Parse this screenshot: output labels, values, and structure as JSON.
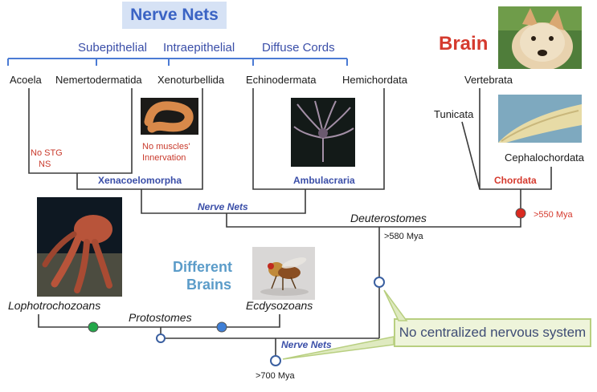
{
  "header": {
    "title": "Nerve Nets",
    "subtitle": "Brain"
  },
  "nerve_net_types": [
    "Subepithelial",
    "Intraepithelial",
    "Diffuse Cords"
  ],
  "taxa": {
    "acoela": "Acoela",
    "nemertodermatida": "Nemertodermatida",
    "xenoturbellida": "Xenoturbellida",
    "echinodermata": "Echinodermata",
    "hemichordata": "Hemichordata",
    "vertebrata": "Vertebrata",
    "tunicata": "Tunicata",
    "cephalochordata": "Cephalochordata",
    "lophotrochozoans": "Lophotrochozoans",
    "ecdysozoans": "Ecdysozoans"
  },
  "clades": {
    "xenacoelomorpha": "Xenacoelomorpha",
    "ambulacraria": "Ambulacraria",
    "chordata": "Chordata",
    "deuterostomes": "Deuterostomes",
    "protostomes": "Protostomes"
  },
  "notes": {
    "no_stg_line1": "No STG",
    "no_stg_line2": "NS",
    "no_muscles_line1": "No muscles'",
    "no_muscles_line2": "Innervation",
    "nerve_nets_mid": "Nerve Nets",
    "nerve_nets_root": "Nerve Nets",
    "different_brains_line1": "Different",
    "different_brains_line2": "Brains",
    "callout": "No centralized nervous system"
  },
  "ages": {
    "chordata_node": ">550 Mya",
    "deuterostome_node": ">580 Mya",
    "root_node": ">700 Mya"
  },
  "colors": {
    "banner_bg": "#d6e2f5",
    "title_blue": "#3a63c4",
    "brain_red": "#d53a2e",
    "tree_line": "#3b3b3b",
    "lopho_node": "#23a84a",
    "ecdy_node": "#3f7fd6",
    "chordata_node": "#d92a20",
    "callout_border": "#b8cf80",
    "callout_bg": "#eef4da"
  }
}
